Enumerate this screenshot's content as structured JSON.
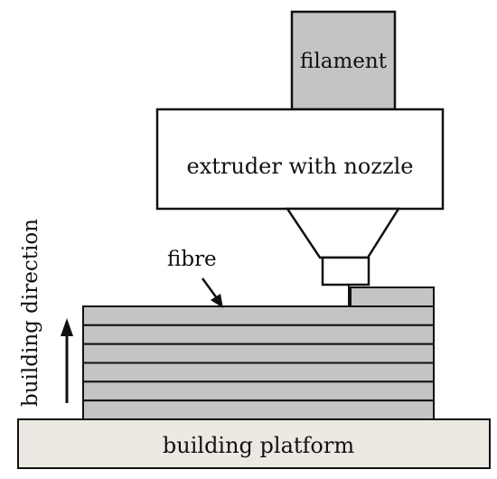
{
  "labels": {
    "filament": "filament",
    "extruder": "extruder with nozzle",
    "fibre": "fibre",
    "building_direction": "building direction",
    "building_platform": "building platform"
  },
  "colors": {
    "layer_fill": "#c4c4c4",
    "platform_fill": "#ece9e2",
    "stroke": "#111111",
    "background": "#ffffff"
  },
  "layers": {
    "count": 6
  }
}
